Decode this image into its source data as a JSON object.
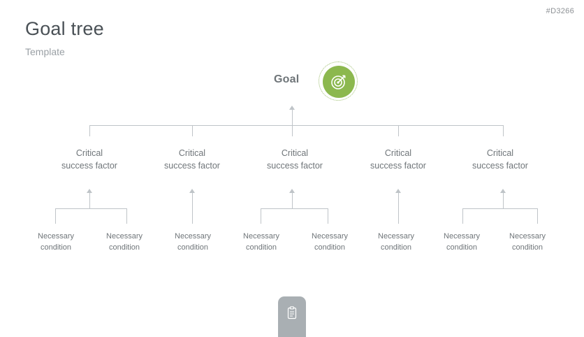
{
  "doc_id": "#D3266",
  "header": {
    "title": "Goal tree",
    "subtitle": "Template"
  },
  "diagram": {
    "goal": {
      "label": "Goal",
      "icon": "target-icon",
      "accent_color": "#8cb84e"
    },
    "critical_success_factors": [
      {
        "line1": "Critical",
        "line2": "success factor"
      },
      {
        "line1": "Critical",
        "line2": "success factor"
      },
      {
        "line1": "Critical",
        "line2": "success factor"
      },
      {
        "line1": "Critical",
        "line2": "success factor"
      },
      {
        "line1": "Critical",
        "line2": "success factor"
      }
    ],
    "necessary_conditions": [
      {
        "line1": "Necessary",
        "line2": "condition"
      },
      {
        "line1": "Necessary",
        "line2": "condition"
      },
      {
        "line1": "Necessary",
        "line2": "condition"
      },
      {
        "line1": "Necessary",
        "line2": "condition"
      },
      {
        "line1": "Necessary",
        "line2": "condition"
      },
      {
        "line1": "Necessary",
        "line2": "condition"
      },
      {
        "line1": "Necessary",
        "line2": "condition"
      },
      {
        "line1": "Necessary",
        "line2": "condition"
      }
    ],
    "line_color": "#bfc4c8",
    "text_color": "#6f7579"
  },
  "footer": {
    "tab_icon": "clipboard-icon"
  }
}
